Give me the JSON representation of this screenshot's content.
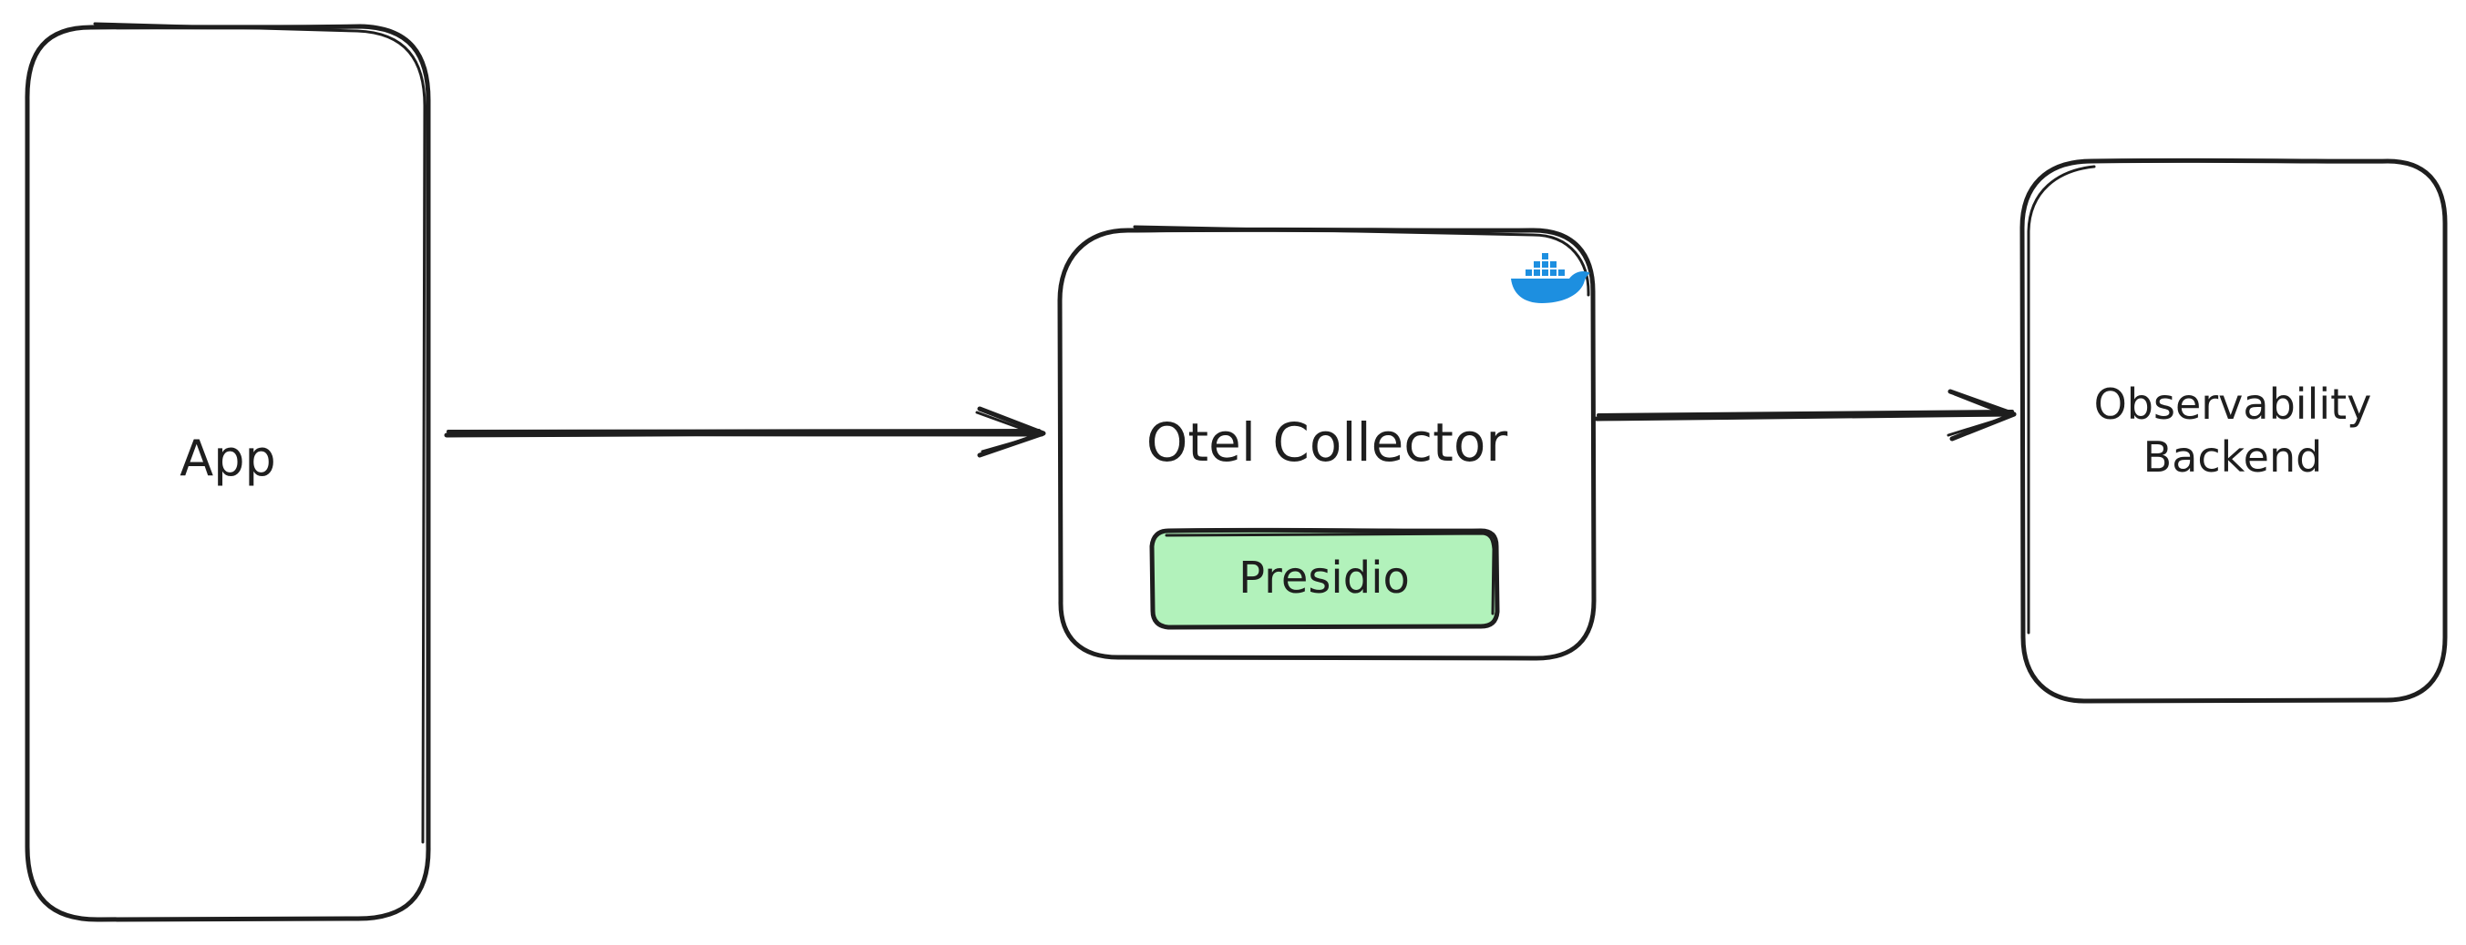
{
  "nodes": {
    "app": {
      "label": "App"
    },
    "collector": {
      "label": "Otel Collector",
      "badge_icon": "docker-whale-icon",
      "badge_color": "#1d8fe0",
      "plugin": {
        "label": "Presidio",
        "fill": "#b2f2bb"
      }
    },
    "backend": {
      "label_line1": "Observability",
      "label_line2": "Backend"
    }
  },
  "colors": {
    "stroke": "#1e1e1e",
    "background": "#ffffff"
  }
}
